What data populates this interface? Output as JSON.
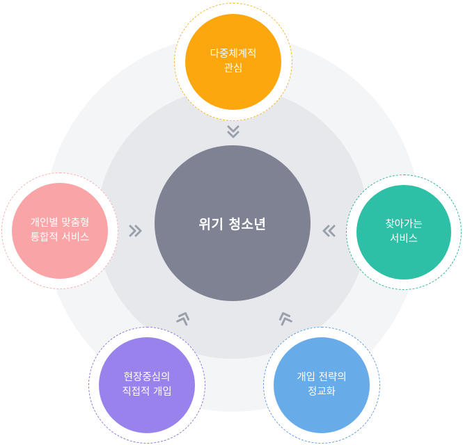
{
  "center": {
    "label": "위기 청소년"
  },
  "nodes": {
    "top": {
      "line1": "다중체계적",
      "line2": "관심",
      "color": "#fca70d"
    },
    "right": {
      "line1": "찾아가는",
      "line2": "서비스",
      "color": "#2ec0a6"
    },
    "left": {
      "line1": "개인별 맞춤형",
      "line2": "통합적 서비스",
      "color": "#f9a4a6"
    },
    "bottom_left": {
      "line1": "현장중심의",
      "line2": "직접적 개입",
      "color": "#9a82ec"
    },
    "bottom_right": {
      "line1": "개입 전략의",
      "line2": "정교화",
      "color": "#67ace8"
    }
  },
  "arrow_icon": "double-chevron"
}
